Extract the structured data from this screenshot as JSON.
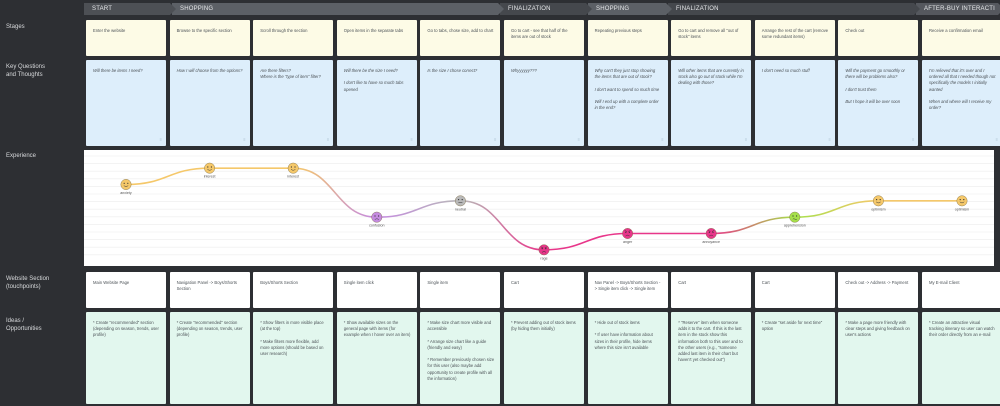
{
  "phases": [
    {
      "label": "START",
      "color": "#4d5055"
    },
    {
      "label": "SHOPPING",
      "color": "#5c6066"
    },
    {
      "label": "FINALIZATION",
      "color": "#45484d"
    },
    {
      "label": "SHOPPING",
      "color": "#5c6066"
    },
    {
      "label": "FINALIZATION",
      "color": "#45484d"
    },
    {
      "label": "AFTER-BUY INTERACTI",
      "color": "#55585e"
    }
  ],
  "row_labels": {
    "stages": "Stages",
    "questions": "Key Questions\nand Thoughts",
    "experience": "Experience",
    "section": "Website Section\n(touchpoints)",
    "ideas": "Ideas /\nOpportunities"
  },
  "stages": [
    "Enter the website",
    "Browse to the specific section",
    "Scroll through the section",
    "Open items in the separate tabs",
    "Go to tabs, chose size, add to chart",
    "Go to cart - see that half of the items are out of stock",
    "Repeating previous steps",
    "Go to cart and remove all \"out of stock\" items",
    "Arrange the rest of the cart (remove some redundant items)",
    "Check out",
    "Receive a confirmation email"
  ],
  "questions": [
    "Will there be items I need?",
    "How I will choose from the options?",
    "Are there filters?\nWhere is the \"type of item\" filter?",
    "Will there be the size I need?\n\nI don't like to have so much tabs opened",
    "Is the size I chose correct?",
    "Whyyyyyy???",
    "Why can't they just stop showing the items that are out of stock?\n\nI don't want to spend so much time\n\nWill I end up with a complete order in the end?",
    "Will other items that are currently in stock also go out of stock while I'm dealing with those?",
    "I don't need so much stuff",
    "Will the payment go smoothly or there will be problems also?\n\nI don't trust them\n\nBut I hope it will be over soon",
    "I'm relieved that it's over and I ordered all that I needed though not specifically the models I initially wanted\n\nWhen and where will I receive my order?"
  ],
  "sections": [
    "Main Website Page",
    "Navigation Panel -> Boys/Shorts Section",
    "Boys/Shorts Section",
    "Single item click",
    "Single item",
    "Cart",
    "Nav Panel -> Boys/Shorts Section -> Single item click -> Single item",
    "Cart",
    "Cart",
    "Check out -> Address -> Payment",
    "My E-mail Client"
  ],
  "ideas": [
    "* Create \"recommended\" section (depending on season, trends, user profile)",
    "* Create \"recommended\" section (depending on season, trends, user profile)",
    "* Show filters in more visible place (at the top)\n\n* Make filters more flexible, add more options (should be based on user research)",
    "* Show available sizes on the general page with items (for example when I hover over an item)",
    "* Make size chart more visible and accessible\n\n* Arrange size chart like a guide (friendly and easy)\n\n* Remember previously chosen size for this user (also maybe add opportunity to create profile with all the information)",
    "* Prevent adding out of stock items (by hiding them initially)",
    "* Hide out of stock items\n\n* If user have information about sizes in their profile, hide items where this size isn't available",
    "* \"Reserve\" item when someone adds it to the cart. If this is the last item in the stock show this information both to this user and to the other users (e.g., \"someone added last item in their chart but haven't yet checked out\")",
    "* Create \"set aside for next time\" option",
    "* Make a page more friendly with clear steps and giving feedback on user's actions",
    "* Create an attractive visual tracking itinerary so user can watch their order directly from an e-mail"
  ],
  "chart_data": {
    "type": "line",
    "x": [
      1,
      2,
      3,
      4,
      5,
      6,
      7,
      8,
      9,
      10,
      11
    ],
    "y": [
      1,
      2,
      2,
      -1,
      0,
      -3,
      -2,
      -2,
      -1,
      0,
      0
    ],
    "point_labels": [
      "anxiety",
      "interest",
      "interest",
      "confusion",
      "neutral",
      "rage",
      "anger",
      "annoyance",
      "apprehension",
      "optimism",
      "optimism"
    ],
    "moods": [
      "happy",
      "happy",
      "happy",
      "sad",
      "neutral",
      "angry",
      "angry",
      "angry",
      "uneasy",
      "happy",
      "happy"
    ],
    "colors": {
      "happy": "#f5c86a",
      "sad": "#c58be0",
      "neutral": "#b8b8b8",
      "angry": "#e8368a",
      "uneasy": "#a6e04a"
    },
    "ylim": [
      -3.5,
      2.5
    ]
  }
}
